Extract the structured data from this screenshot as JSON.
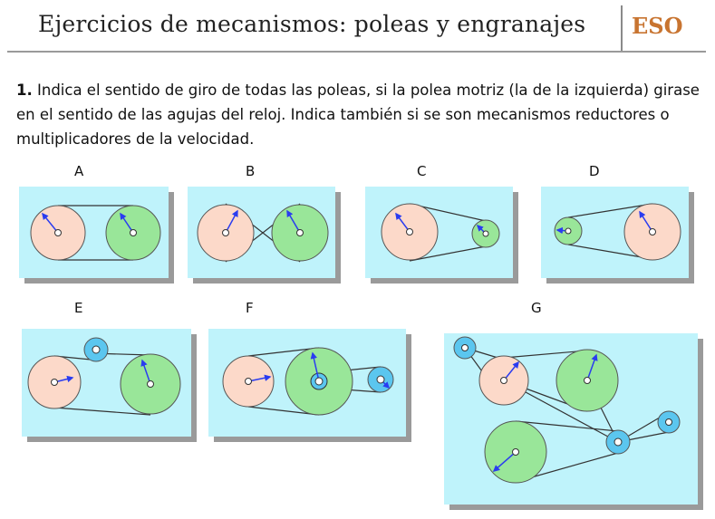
{
  "header": {
    "title": "Ejercicios de mecanismos: poleas y engranajes",
    "badge": "ESO"
  },
  "exercise": {
    "number": "1.",
    "text": "Indica el sentido de giro de todas las poleas, si la polea motriz (la de la izquierda) girase en el sentido de las agujas del reloj. Indica también si se son mecanismos reductores o multiplicadores de la velocidad."
  },
  "diagrams": {
    "labels": [
      "A",
      "B",
      "C",
      "D",
      "E",
      "F",
      "G"
    ]
  },
  "colors": {
    "panel": "#bff3fb",
    "pulley_pink": "#fcd9c9",
    "pulley_green": "#99e699",
    "pulley_blue": "#5bc6ef",
    "arrow": "#2a3cf0",
    "badge": "#c87430"
  }
}
